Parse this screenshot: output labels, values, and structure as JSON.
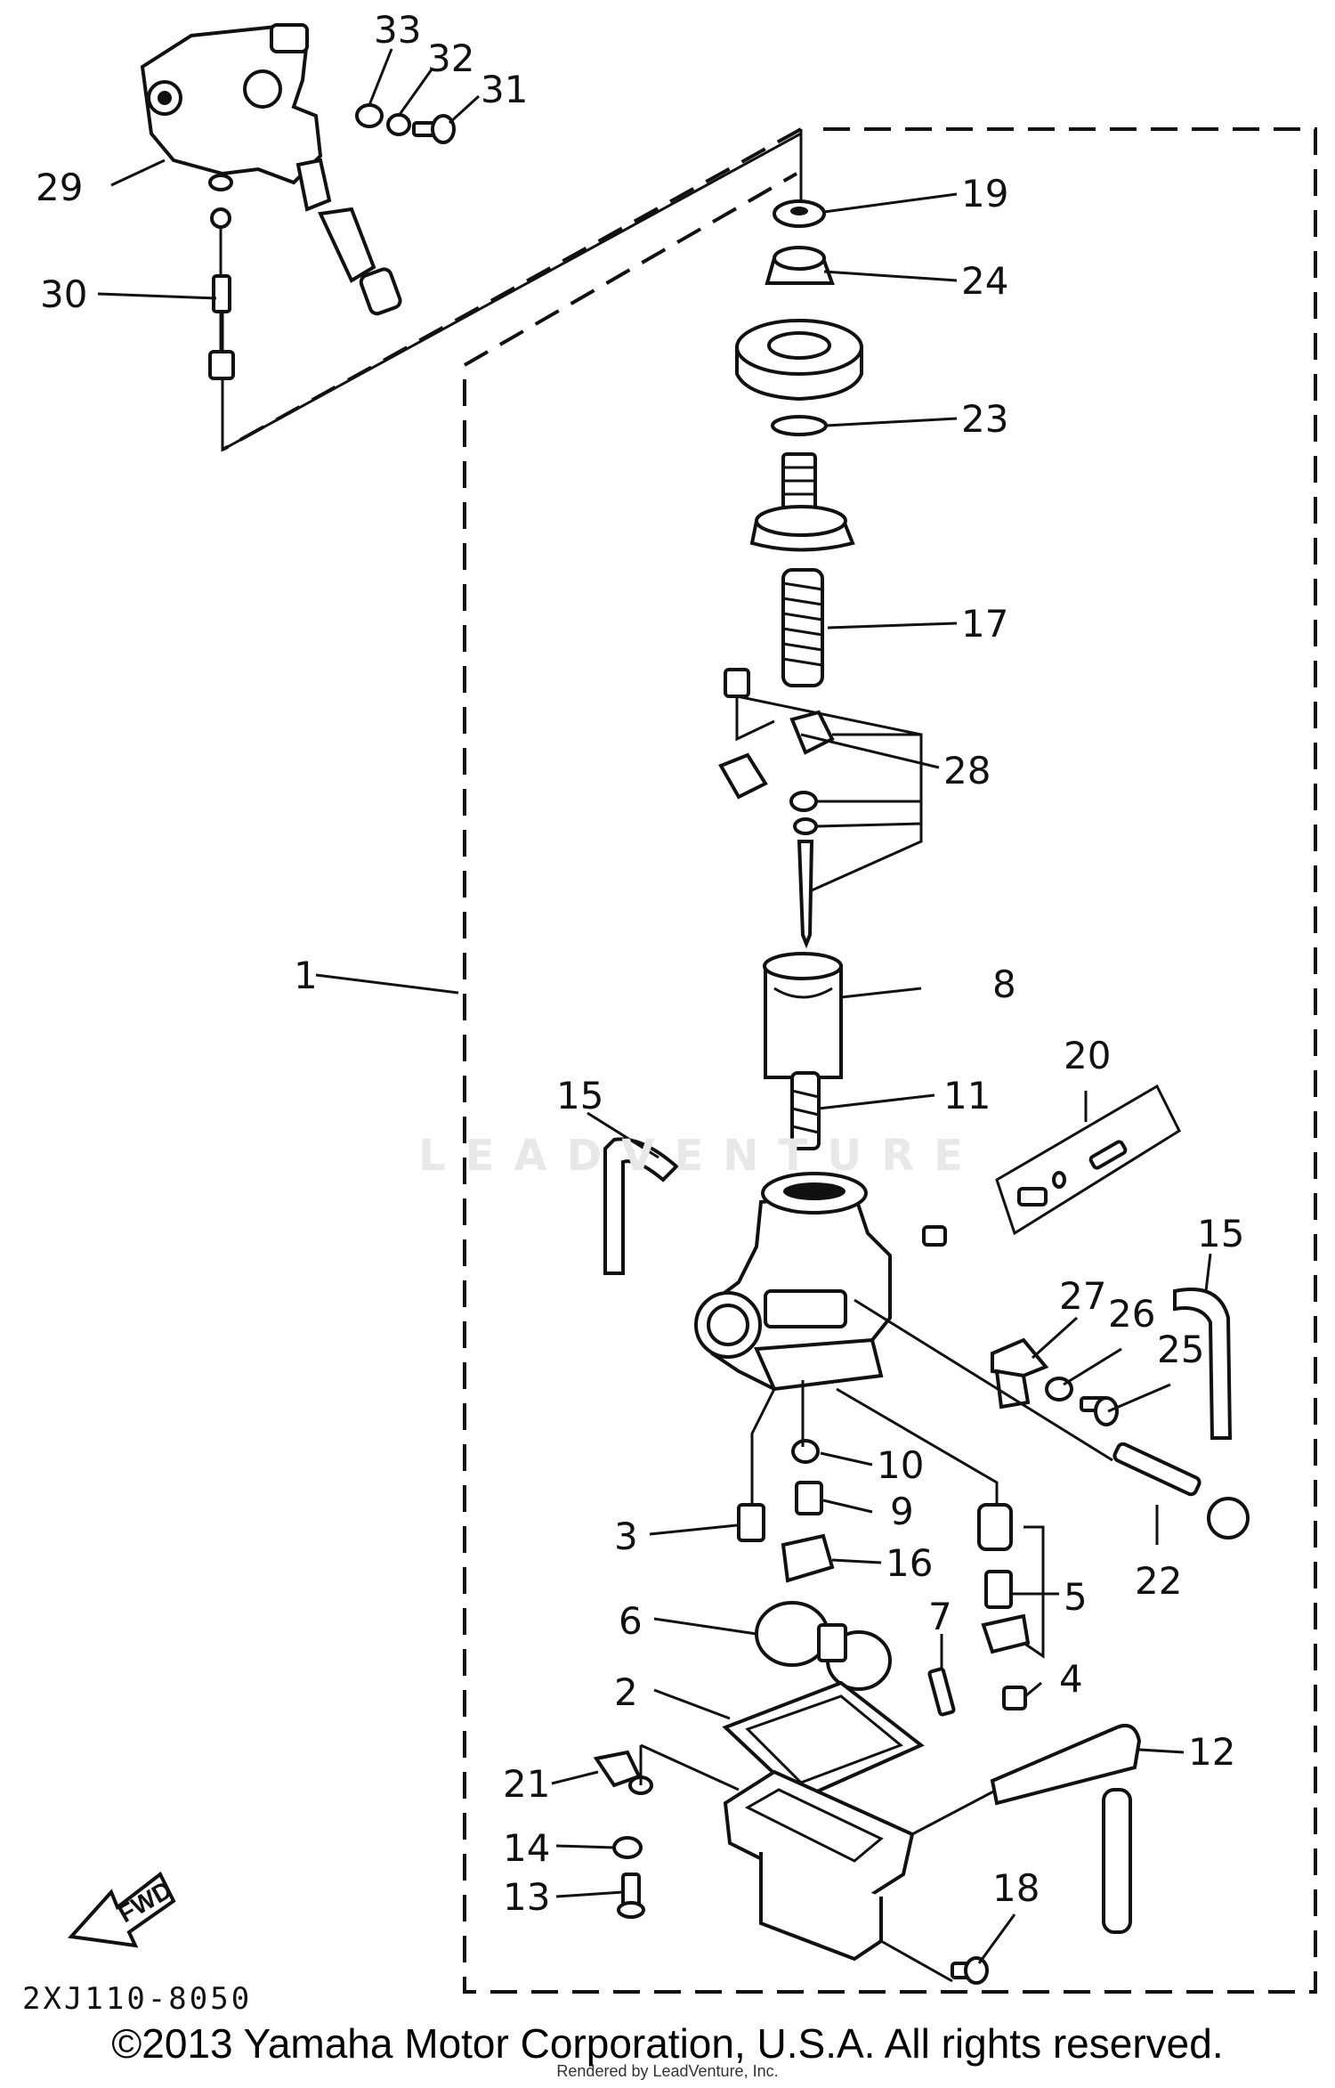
{
  "diagram": {
    "code": "2XJ110-8050",
    "fwd_label": "FWD",
    "watermark": "LEADVENTURE",
    "labels": {
      "p1": "1",
      "p2": "2",
      "p3": "3",
      "p4": "4",
      "p5": "5",
      "p6": "6",
      "p7": "7",
      "p8": "8",
      "p9": "9",
      "p10": "10",
      "p11": "11",
      "p12": "12",
      "p13": "13",
      "p14": "14",
      "p15a": "15",
      "p15b": "15",
      "p16": "16",
      "p17": "17",
      "p18": "18",
      "p19": "19",
      "p20": "20",
      "p21": "21",
      "p22": "22",
      "p23": "23",
      "p24": "24",
      "p25": "25",
      "p26": "26",
      "p27": "27",
      "p28": "28",
      "p29": "29",
      "p30": "30",
      "p31": "31",
      "p32": "32",
      "p33": "33"
    }
  },
  "footer": {
    "copyright": "©2013 Yamaha Motor Corporation, U.S.A. All rights reserved.",
    "rendered_by": "Rendered by LeadVenture, Inc."
  }
}
